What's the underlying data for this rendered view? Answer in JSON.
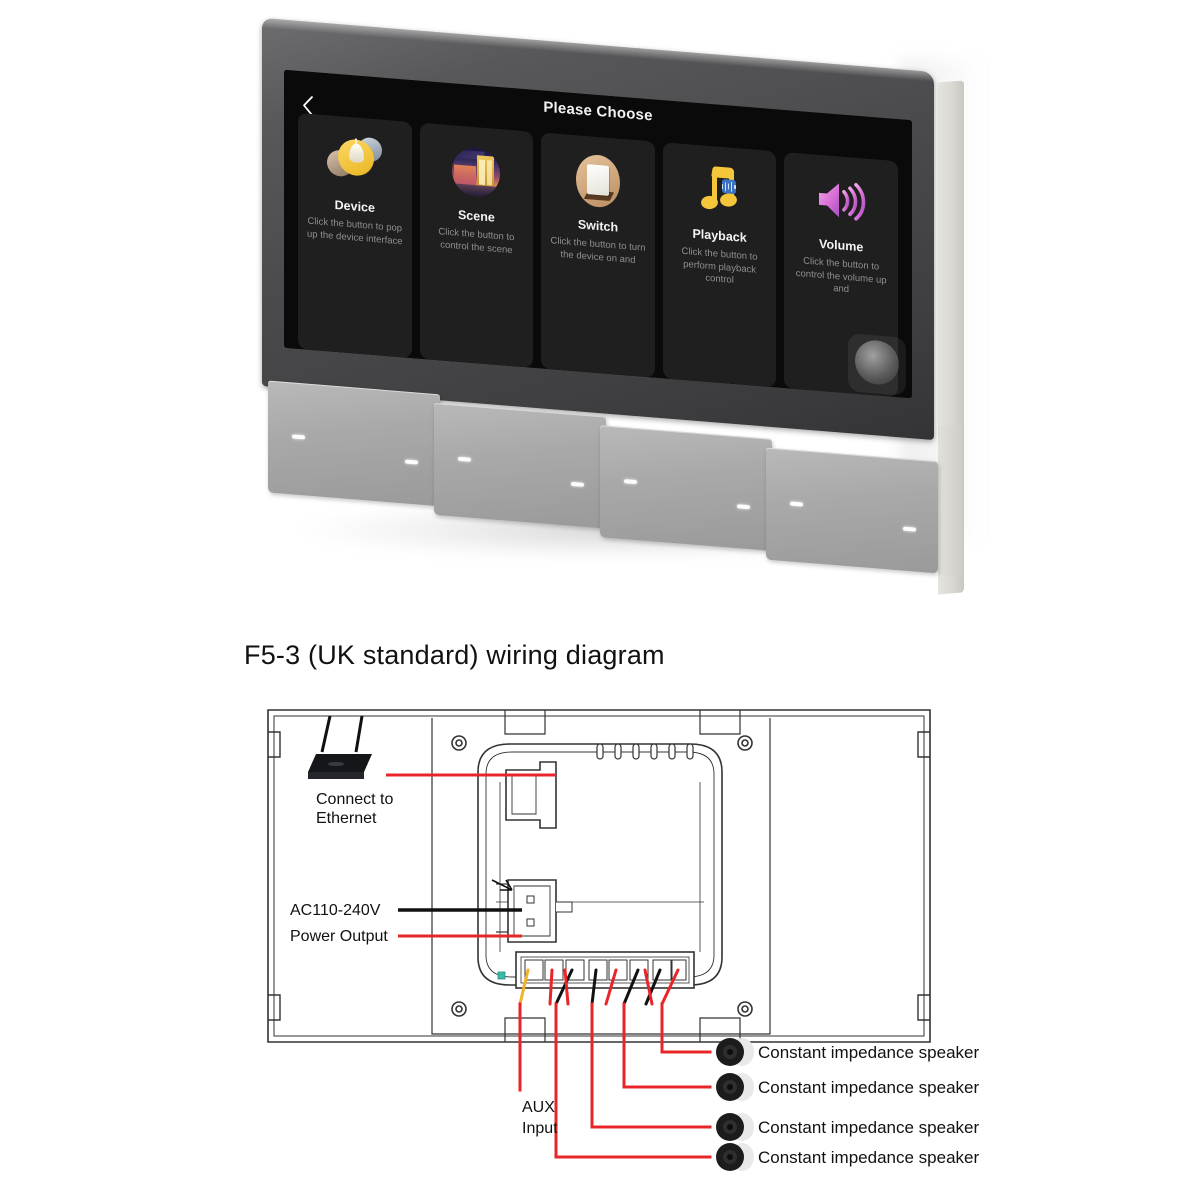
{
  "panel": {
    "screen": {
      "title": "Please Choose",
      "back_icon": "back-chevron-icon",
      "cards": [
        {
          "icon": "device-lamp-icon",
          "title": "Device",
          "desc": "Click the button to pop up the device interface"
        },
        {
          "icon": "scene-room-icon",
          "title": "Scene",
          "desc": "Click the button to control the scene"
        },
        {
          "icon": "wall-switch-icon",
          "title": "Switch",
          "desc": "Click the button to turn the device on and"
        },
        {
          "icon": "music-note-icon",
          "title": "Playback",
          "desc": "Click the button to perform playback control"
        },
        {
          "icon": "speaker-wave-icon",
          "title": "Volume",
          "desc": "Click the button to control the volume up and"
        }
      ]
    },
    "physical_buttons": [
      {
        "name": "button-1"
      },
      {
        "name": "button-2"
      },
      {
        "name": "button-3"
      },
      {
        "name": "button-4"
      }
    ],
    "colors": {
      "bezel": "#4a4a4c",
      "screen": "#0a0a0a",
      "card": "#1f1f1f",
      "button_face": "#a9a9a9",
      "side_face": "#e6e4df",
      "device_icon": "#e7b520",
      "playback_icon": "#f5c53a",
      "volume_icon": "#d96fd6"
    }
  },
  "wiring": {
    "title": "F5-3 (UK standard) wiring diagram",
    "labels": {
      "ethernet": {
        "line1": "Connect to",
        "line2": "Ethernet"
      },
      "ac_power": "AC110-240V",
      "power_output": "Power Output",
      "aux": {
        "line1": "AUX",
        "line2": "Input"
      }
    },
    "speakers": [
      {
        "label": "Constant impedance speaker"
      },
      {
        "label": "Constant impedance speaker"
      },
      {
        "label": "Constant impedance speaker"
      },
      {
        "label": "Constant impedance speaker"
      }
    ],
    "colors": {
      "wire_red": "#e8262a",
      "wire_black": "#111111",
      "wire_yellow": "#f0b429",
      "outline": "#333333",
      "speaker_body": "#1c1c1c"
    }
  }
}
